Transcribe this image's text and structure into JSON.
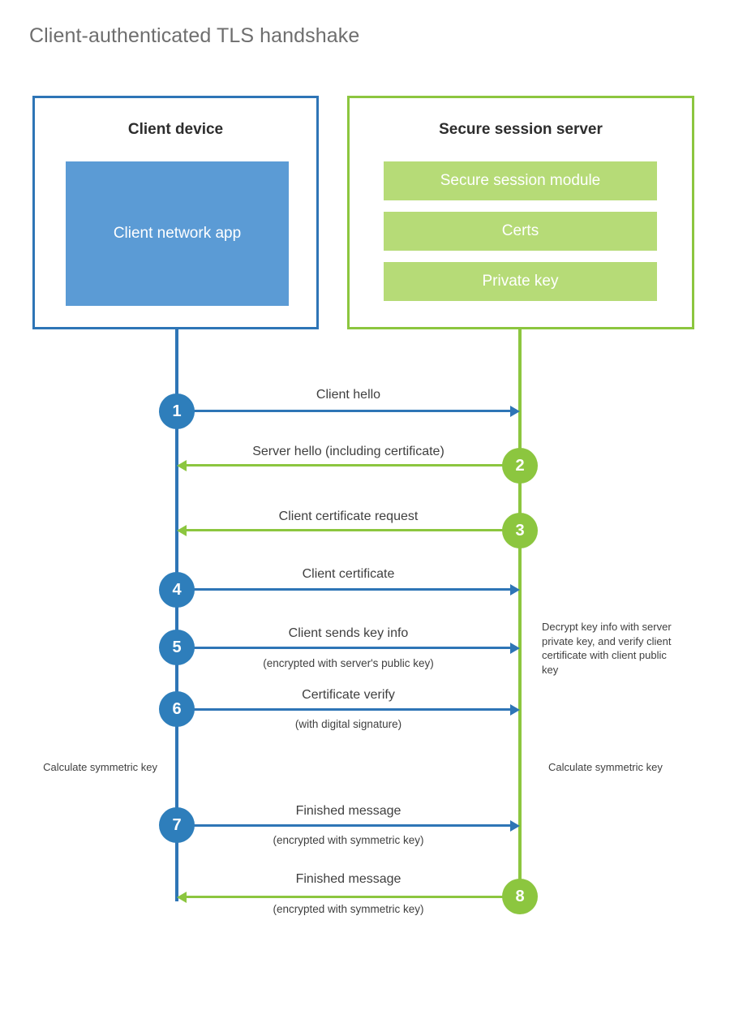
{
  "title": "Client-authenticated TLS handshake",
  "actors": {
    "client": {
      "name": "Client device",
      "app_label": "Client network app"
    },
    "server": {
      "name": "Secure session server",
      "components": [
        "Secure session module",
        "Certs",
        "Private key"
      ]
    }
  },
  "steps": [
    {
      "number": "1",
      "label": "Client hello",
      "sub": "",
      "direction": "client-to-server",
      "color": "blue"
    },
    {
      "number": "2",
      "label": "Server hello (including certificate)",
      "sub": "",
      "direction": "server-to-client",
      "color": "green"
    },
    {
      "number": "3",
      "label": "Client certificate request",
      "sub": "",
      "direction": "server-to-client",
      "color": "green"
    },
    {
      "number": "4",
      "label": "Client certificate",
      "sub": "",
      "direction": "client-to-server",
      "color": "blue"
    },
    {
      "number": "5",
      "label": "Client sends key info",
      "sub": "(encrypted with server's public key)",
      "direction": "client-to-server",
      "color": "blue"
    },
    {
      "number": "6",
      "label": "Certificate verify",
      "sub": "(with digital signature)",
      "direction": "client-to-server",
      "color": "blue"
    },
    {
      "number": "7",
      "label": "Finished message",
      "sub": "(encrypted with symmetric key)",
      "direction": "client-to-server",
      "color": "blue"
    },
    {
      "number": "8",
      "label": "Finished message",
      "sub": "(encrypted with symmetric key)",
      "direction": "server-to-client",
      "color": "green"
    }
  ],
  "annotations": {
    "server_decrypt": "Decrypt key info with server private key, and verify client certificate with client public key",
    "client_calculate": "Calculate symmetric key",
    "server_calculate": "Calculate symmetric key"
  },
  "colors": {
    "client_blue": "#2e75b6",
    "client_app_fill": "#5b9bd5",
    "step_blue": "#2e7ebb",
    "server_green": "#8cc63f",
    "server_bar_fill": "#b6db77",
    "title_gray": "#6e6e6e",
    "text_gray": "#3f3f3f"
  }
}
